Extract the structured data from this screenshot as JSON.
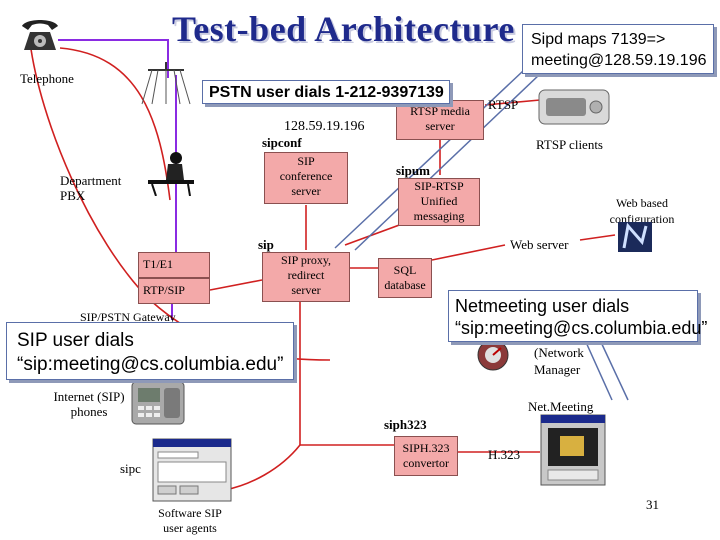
{
  "title": "Test-bed Architecture",
  "labels": {
    "telephone": "Telephone",
    "department_pbx_1": "Department",
    "department_pbx_2": "PBX",
    "ip_address": "128.59.19.196",
    "sipconf": "sipconf",
    "sipum": "sipum",
    "sip": "sip",
    "rtsp_clients": "RTSP clients",
    "rtsp_link": "RTSP",
    "web_config_1": "Web based",
    "web_config_2": "configuration",
    "web_server": "Web server",
    "sip_pstn_gateway": "SIP/PSTN Gateway",
    "internet_phones_1": "Internet (SIP)",
    "internet_phones_2": "phones",
    "siph323": "siph323",
    "h323": "H.323",
    "netmeeting": "Net.Meeting",
    "network_1": "(Network",
    "network_2": "Manager",
    "sipc": "sipc",
    "software_agents_1": "Software SIP",
    "software_agents_2": "user agents",
    "page_number": "31"
  },
  "boxes": {
    "rtsp_media": [
      "RTSP media",
      "server"
    ],
    "sip_conference": [
      "SIP",
      "conference",
      "server"
    ],
    "sip_rtsp": [
      "SIP-RTSP",
      "Unified",
      "messaging"
    ],
    "sip_proxy": [
      "SIP proxy,",
      "redirect",
      "server"
    ],
    "sql_database": [
      "SQL",
      "database"
    ],
    "t1e1": [
      "T1/E1"
    ],
    "rtp_sip": [
      "RTP/SIP"
    ],
    "siph323_convertor": [
      "SIPH.323",
      "convertor"
    ]
  },
  "callouts": {
    "sipd_maps": [
      "Sipd maps 7139=>",
      "meeting@128.59.19.196"
    ],
    "pstn_dials": [
      "PSTN user dials 1-212-9397139"
    ],
    "sip_user_dials": [
      "SIP user dials",
      "“sip:meeting@cs.columbia.edu”"
    ],
    "netmeeting_dials": [
      "Netmeeting user dials",
      "“sip:meeting@cs.columbia.edu”"
    ]
  },
  "colors": {
    "title": "#1f2a8c",
    "box_fill": "#f3a9a9",
    "wire_purple": "#8a2be2",
    "wire_red": "#d02020",
    "callout_border": "#5a6fa8"
  }
}
